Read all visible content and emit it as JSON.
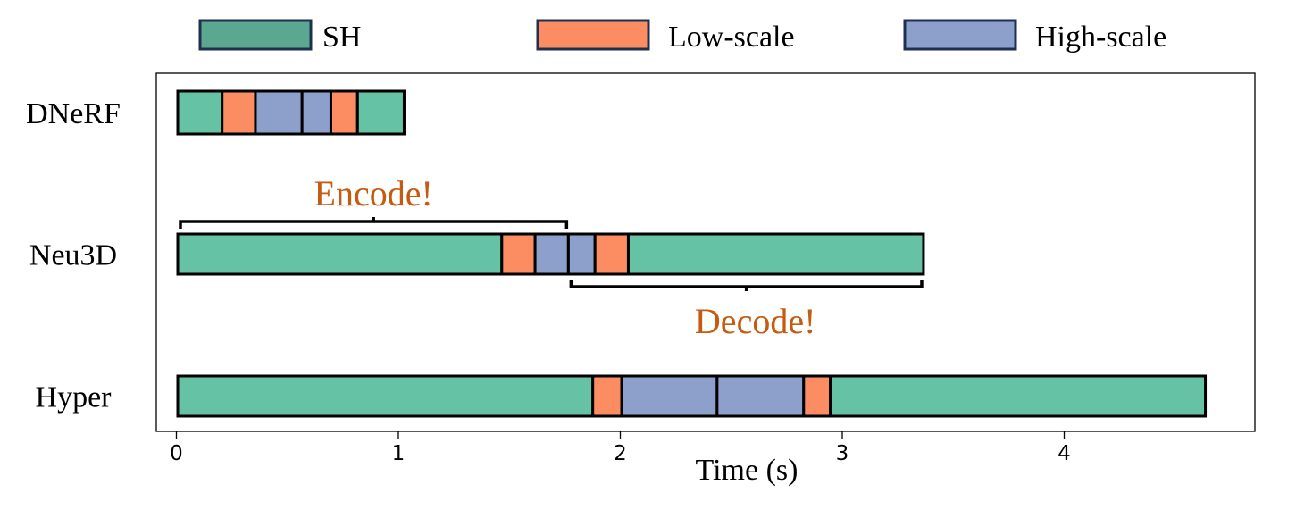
{
  "chart_data": {
    "type": "bar",
    "orientation": "horizontal",
    "stacked": true,
    "xlabel": "Time (s)",
    "ylabel": "",
    "title": "",
    "xlim": [
      0,
      4.85
    ],
    "xticks": [
      "0",
      "1",
      "2",
      "3",
      "4"
    ],
    "grid": false,
    "legend_placement": "top",
    "legend": [
      {
        "name": "SH",
        "color": "#5aa890"
      },
      {
        "name": "Low-scale",
        "color": "#fc8d62"
      },
      {
        "name": "High-scale",
        "color": "#8da0cb"
      }
    ],
    "segment_colors": {
      "SH": "#66c2a5",
      "Low-scale": "#fc8d62",
      "High-scale": "#8da0cb"
    },
    "categories": [
      "DNeRF",
      "Neu3D",
      "Hyper"
    ],
    "rows": [
      {
        "name": "DNeRF",
        "segments": [
          {
            "type": "SH",
            "start": 0.0,
            "end": 0.2
          },
          {
            "type": "Low-scale",
            "start": 0.2,
            "end": 0.35
          },
          {
            "type": "High-scale",
            "start": 0.35,
            "end": 0.56
          },
          {
            "type": "High-scale",
            "start": 0.56,
            "end": 0.69
          },
          {
            "type": "Low-scale",
            "start": 0.69,
            "end": 0.81
          },
          {
            "type": "SH",
            "start": 0.81,
            "end": 1.02
          }
        ]
      },
      {
        "name": "Neu3D",
        "segments": [
          {
            "type": "SH",
            "start": 0.0,
            "end": 1.46
          },
          {
            "type": "Low-scale",
            "start": 1.46,
            "end": 1.61
          },
          {
            "type": "High-scale",
            "start": 1.61,
            "end": 1.76
          },
          {
            "type": "High-scale",
            "start": 1.76,
            "end": 1.88
          },
          {
            "type": "Low-scale",
            "start": 1.88,
            "end": 2.03
          },
          {
            "type": "SH",
            "start": 2.03,
            "end": 3.36
          }
        ]
      },
      {
        "name": "Hyper",
        "segments": [
          {
            "type": "SH",
            "start": 0.0,
            "end": 1.87
          },
          {
            "type": "Low-scale",
            "start": 1.87,
            "end": 2.0
          },
          {
            "type": "High-scale",
            "start": 2.0,
            "end": 2.43
          },
          {
            "type": "High-scale",
            "start": 2.43,
            "end": 2.82
          },
          {
            "type": "Low-scale",
            "start": 2.82,
            "end": 2.94
          },
          {
            "type": "SH",
            "start": 2.94,
            "end": 4.63
          }
        ]
      }
    ],
    "annotations": [
      {
        "text": "Encode!",
        "row": "Neu3D",
        "side": "above",
        "start": 0.0,
        "end": 1.76,
        "color": "#c55a11"
      },
      {
        "text": "Decode!",
        "row": "Neu3D",
        "side": "below",
        "start": 1.76,
        "end": 3.36,
        "color": "#c55a11"
      }
    ]
  }
}
